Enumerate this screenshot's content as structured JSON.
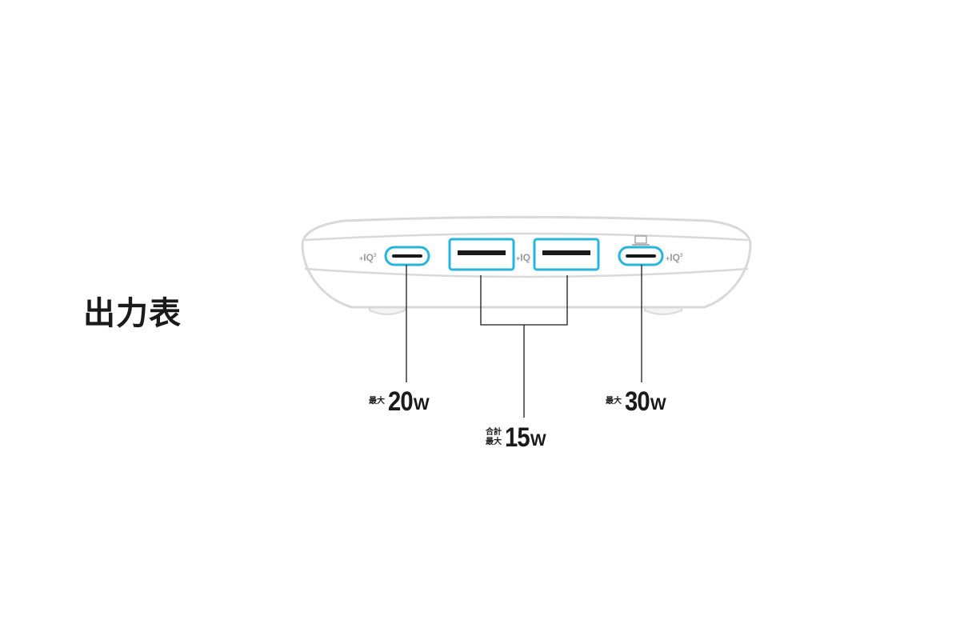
{
  "heading": "出力表",
  "device": {
    "port_logo": "IQ",
    "port_logo_mark": "+",
    "port_logo_super": "3",
    "ports": [
      {
        "type": "usb-c",
        "logo": "IQ"
      },
      {
        "type": "usb-a",
        "logo": ""
      },
      {
        "type": "usb-a",
        "logo": "IQ"
      },
      {
        "type": "usb-c",
        "logo": "IQ",
        "has_laptop_icon": true
      }
    ],
    "icons": [
      "laptop-icon"
    ]
  },
  "specs": {
    "left_c": {
      "prefix": "最大",
      "value": "20",
      "unit": "W"
    },
    "usb_a": {
      "prefix_top": "合計",
      "prefix_bottom": "最大",
      "value": "15",
      "unit": "W"
    },
    "right_c": {
      "prefix": "最大",
      "value": "30",
      "unit": "W"
    }
  },
  "colors": {
    "port_highlight": "#29b4dc",
    "device_outline": "#d9d9d9",
    "text": "#1a1a1a"
  }
}
